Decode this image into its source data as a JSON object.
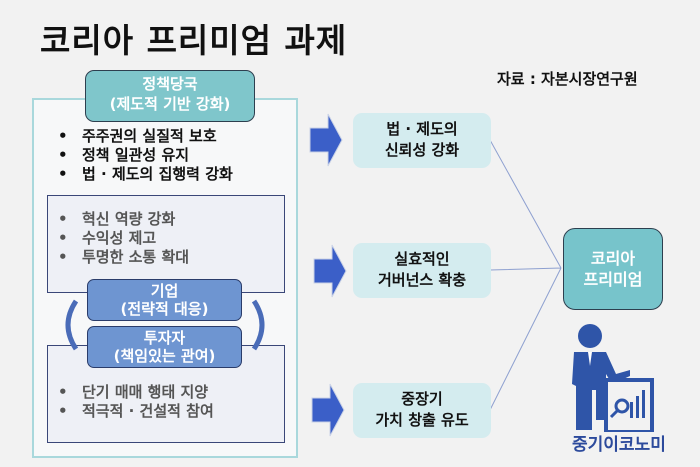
{
  "title": "코리아 프리미엄 과제",
  "source": "자료 : 자본시장연구원",
  "government": {
    "title": "정책당국",
    "subtitle": "(제도적 기반 강화)",
    "items": [
      "주주권의 실질적 보호",
      "정책 일관성 유지",
      "법 · 제도의 집행력 강화"
    ]
  },
  "firm": {
    "title": "기업",
    "subtitle": "(전략적 대응)",
    "items": [
      "혁신 역량 강화",
      "수익성 제고",
      "투명한 소통 확대"
    ]
  },
  "investor": {
    "title": "투자자",
    "subtitle": "(책임있는 관여)",
    "items": [
      "단기 매매 행태 지양",
      "적극적 · 건설적 참여"
    ]
  },
  "outcomes": [
    {
      "line1": "법 · 제도의",
      "line2": "신뢰성 강화"
    },
    {
      "line1": "실효적인",
      "line2": "거버넌스 확충"
    },
    {
      "line1": "중장기",
      "line2": "가치 창출 유도"
    }
  ],
  "goal": {
    "line1": "코리아",
    "line2": "프리미엄"
  },
  "brand": "중기이코노미"
}
